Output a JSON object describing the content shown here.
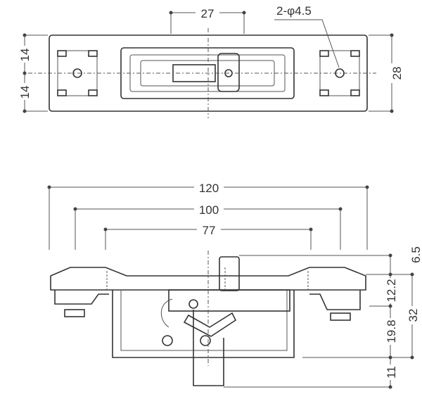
{
  "top_view": {
    "dim_slot_pitch": "27",
    "dim_holes": "2-φ4.5",
    "dim_half_upper": "14",
    "dim_half_lower": "14",
    "dim_height": "28"
  },
  "side_view": {
    "dim_overall": "120",
    "dim_flange": "100",
    "dim_body": "77",
    "dim_knob": "6.5",
    "dim_flange_thk": "12.2",
    "dim_body_depth": "19.8",
    "dim_tongue": "11",
    "dim_total": "32"
  }
}
